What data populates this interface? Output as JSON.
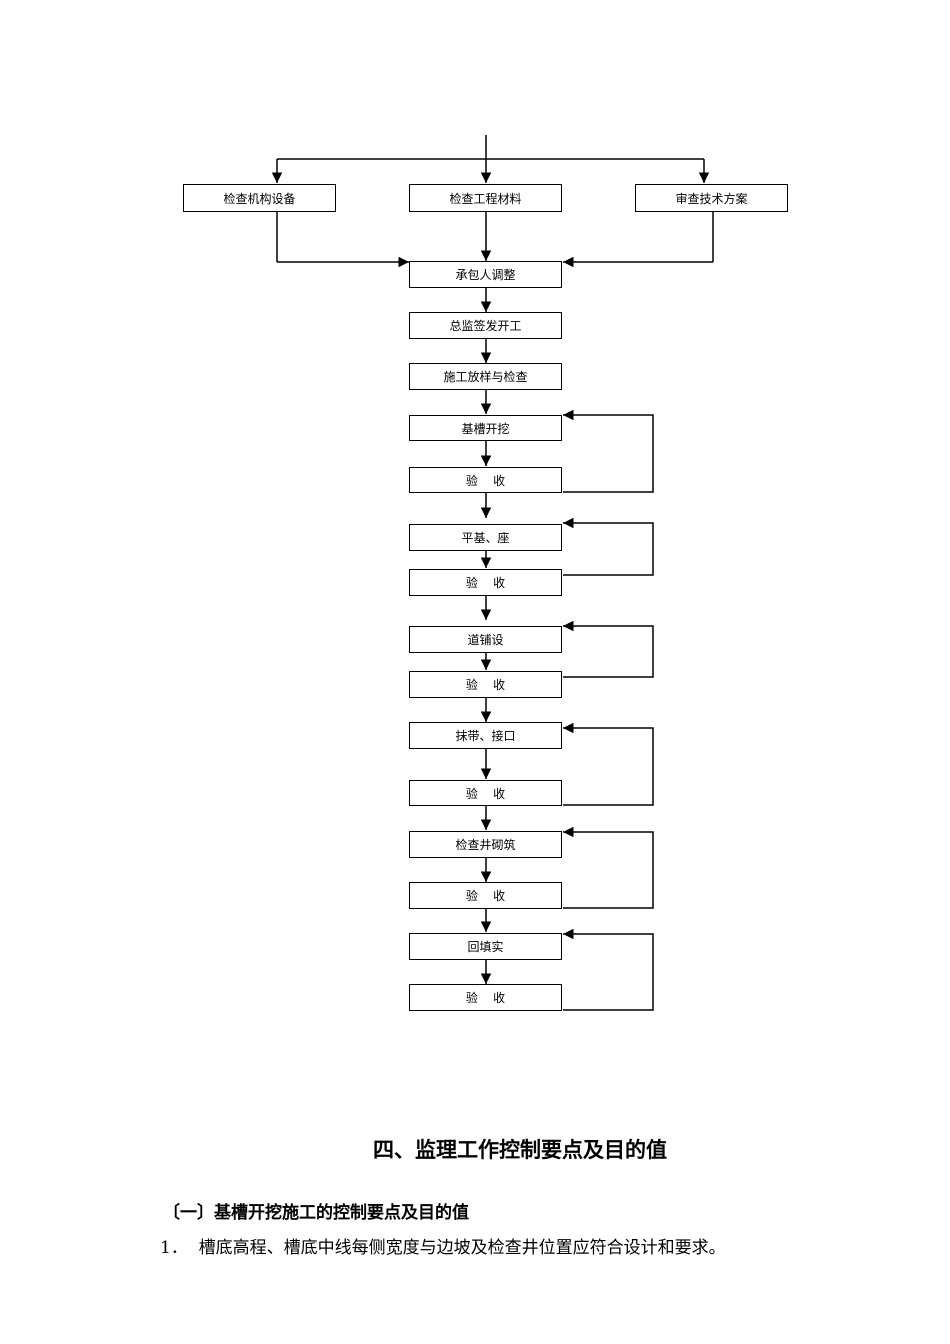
{
  "flowchart": {
    "top_boxes": [
      "检查机构设备",
      "检查工程材料",
      "审查技术方案"
    ],
    "steps": [
      "承包人调整",
      "总监签发开工",
      "施工放样与检查"
    ],
    "loops": [
      {
        "work": "基槽开挖",
        "check": "验    收"
      },
      {
        "work": "平基、座",
        "check": "验    收"
      },
      {
        "work": "道铺设",
        "check": "验    收"
      },
      {
        "work": "抹带、接口",
        "check": "验    收"
      },
      {
        "work": "检查井砌筑",
        "check": "验    收"
      },
      {
        "work": "回填实",
        "check": "验    收"
      }
    ]
  },
  "section": {
    "heading": "四、监理工作控制要点及目的值",
    "subheading": "〔一〕基槽开挖施工的控制要点及目的值",
    "item1": "1．  槽底高程、槽底中线每侧宽度与边坡及检查井位置应符合设计和要求。"
  }
}
